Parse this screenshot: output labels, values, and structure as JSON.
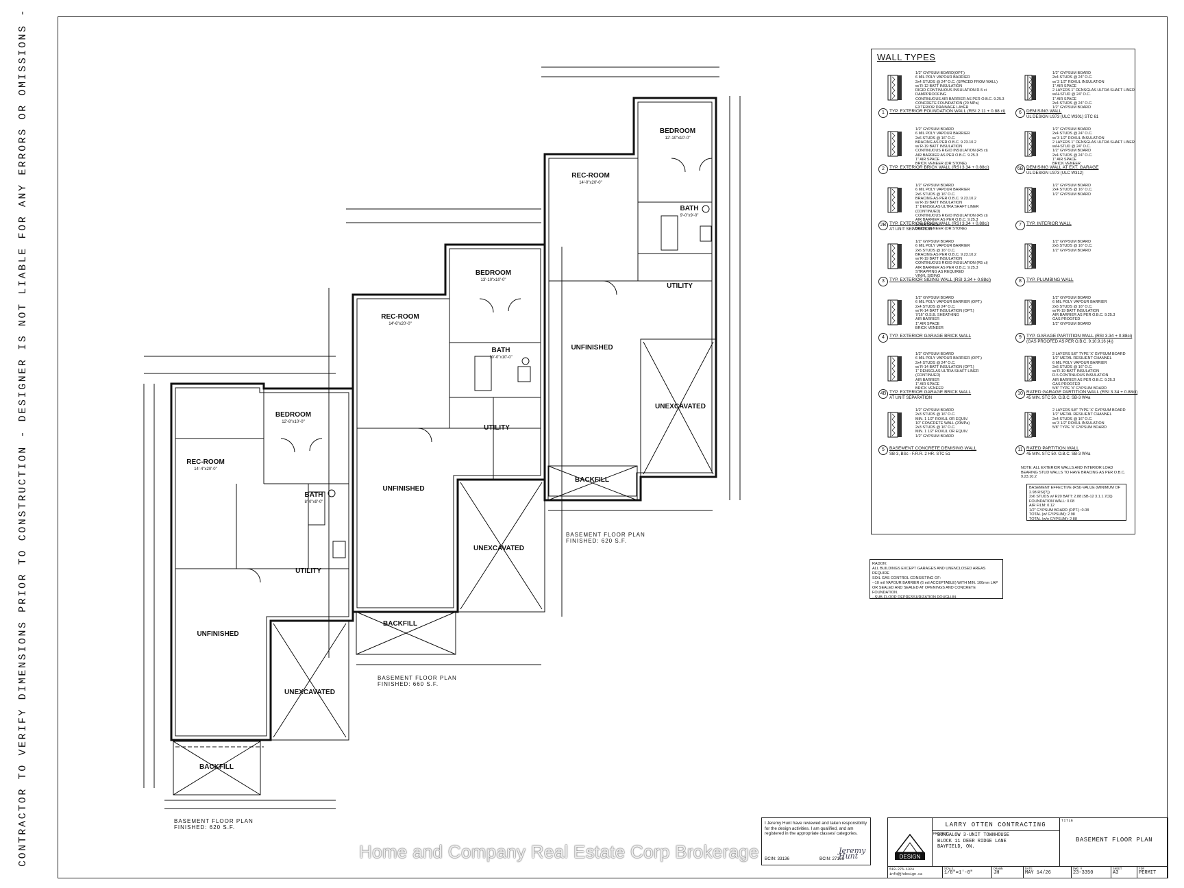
{
  "disclaimer": "CONTRACTOR TO VERIFY DIMENSIONS PRIOR TO CONSTRUCTION  -  DESIGNER IS NOT LIABLE FOR ANY ERRORS OR OMISSIONS  -  DRAWINGS NOT TO BE SCALED",
  "rooms": {
    "unit1": {
      "bedroom": "BEDROOM",
      "bedroom_dim": "12'-8\"x10'-0\"",
      "rec": "REC-ROOM",
      "rec_dim": "14'-4\"x20'-0\"",
      "bath": "BATH",
      "bath_dim": "8'-0\"x9'-0\"",
      "utility": "UTILITY",
      "unfinished": "UNFINISHED",
      "unexcavated": "UNEXCAVATED",
      "backfill": "BACKFILL",
      "plan_title": "BASEMENT FLOOR PLAN",
      "finished": "FINISHED: 620 S.F."
    },
    "unit2": {
      "bedroom": "BEDROOM",
      "bedroom_dim": "13'-10\"x10'-0\"",
      "rec": "REC-ROOM",
      "rec_dim": "14'-6\"x20'-0\"",
      "bath": "BATH",
      "bath_dim": "10'-0\"x10'-0\"",
      "utility": "UTILITY",
      "unfinished": "UNFINISHED",
      "unexcavated": "UNEXCAVATED",
      "backfill": "BACKFILL",
      "plan_title": "BASEMENT FLOOR PLAN",
      "finished": "FINISHED: 660 S.F."
    },
    "unit3": {
      "bedroom": "BEDROOM",
      "bedroom_dim": "12'-10\"x10'-0\"",
      "rec": "REC-ROOM",
      "rec_dim": "14'-0\"x20'-0\"",
      "bath": "BATH",
      "bath_dim": "9'-0\"x9'-0\"",
      "utility": "UTILITY",
      "unfinished": "UNFINISHED",
      "unexcavated": "UNEXCAVATED",
      "backfill": "BACKFILL",
      "plan_title": "BASEMENT FLOOR PLAN",
      "finished": "FINISHED: 620 S.F."
    }
  },
  "legend": {
    "heading": "WALL TYPES",
    "types": [
      {
        "num": "1",
        "caption": "TYP. EXTERIOR FOUNDATION WALL (RSI 2.11 + 0.88 ci)",
        "note": "",
        "desc": "1/2\" GYPSUM BOARD(OPT.)\n6 MIL POLY VAPOUR BARRIER\n2x4 STUDS @ 24\" O.C. (SPACED FROM WALL)\nw/ R-12 BATT INSULATION\nRIGID CONTINUOUS INSULATION R-5 ci\nDAMPPROOFING\nCONTINUOUS AIR BARRIER AS PER O.B.C. 9.25.3\nCONCRETE FOUNDATION (20 MPa)\nEXTERIOR DRAINAGE LAYER"
      },
      {
        "num": "6",
        "caption": "DEMISING WALL",
        "note": "UL DESIGN U373 (ULC W301) STC 61",
        "desc": "1/2\" GYPSUM BOARD\n2x4 STUDS @ 24\" O.C.\nw/ 3 1/2\" ROXUL INSULATION\n1\" AIR SPACE\n2 LAYERS 1\" DENSGLAS ULTRA SHAFT LINER\nw/H-STUD @ 24\" O.C.\n1\" AIR SPACE\n2x4 STUDS @ 24\" O.C.\n1/2\" GYPSUM BOARD"
      },
      {
        "num": "2",
        "caption": "TYP. EXTERIOR BRICK WALL (RSI 3.34 + 0.88ci)",
        "note": "",
        "desc": "1/2\" GYPSUM BOARD\n6 MIL POLY VAPOUR BARRIER\n2x6 STUDS @ 16\" O.C.\nBRACING AS PER O.B.C. 9.23.10.2\nw/ R-19 BATT INSULATION\nCONTINUOUS RIGID INSULATION (R5 ci)\nAIR BARRIER AS PER O.B.C. 9.25.3\n1\" AIR SPACE\nBRICK VENEER (OR STONE)"
      },
      {
        "num": "6B",
        "caption": "DEMISING WALL AT EXT. GARAGE",
        "note": "UL DESIGN U373 (ULC W312)",
        "desc": "1/2\" GYPSUM BOARD\n2x4 STUDS @ 24\" O.C.\nw/ 3 1/2\" ROXUL INSULATION\n2 LAYERS 1\" DENSGLAS ULTRA SHAFT LINER\nw/H-STUD @ 24\" O.C.\n1/2\" GYPSUM BOARD\n2x4 STUDS @ 24\" O.C.\n1\" AIR SPACE\nBRICK VENEER"
      },
      {
        "num": "2B",
        "caption": "TYP. EXTERIOR BRICK WALL (RSI 3.34 + 0.88ci)",
        "note": "AT UNIT SEPARATION",
        "desc": "1/2\" GYPSUM BOARD\n6 MIL POLY VAPOUR BARRIER\n2x6 STUDS @ 16\" O.C.\nBRACING AS PER O.B.C. 9.23.10.2\nw/ R-19 BATT INSULATION\n1\" DENSGLAS ULTRA SHAFT LINER (CONTINUED)\nCONTINUOUS RIGID INSULATION (R5 ci)\nAIR BARRIER AS PER O.B.C. 9.25.3\n1\" AIR SPACE\nBRICK VENEER (OR STONE)"
      },
      {
        "num": "7",
        "caption": "TYP. INTERIOR WALL",
        "note": "",
        "desc": "1/2\" GYPSUM BOARD\n2x4 STUDS @ 16\" O.C.\n1/2\" GYPSUM BOARD"
      },
      {
        "num": "3",
        "caption": "TYP. EXTERIOR SIDING WALL (RSI 3.34 + 0.88ci)",
        "note": "",
        "desc": "1/2\" GYPSUM BOARD\n6 MIL POLY VAPOUR BARRIER\n2x6 STUDS @ 16\" O.C.\nBRACING AS PER O.B.C. 9.23.10.2\nw/ R-19 BATT INSULATION\nCONTINUOUS RIGID INSULATION (R5 ci)\nAIR BARRIER AS PER O.B.C. 9.25.3\nSTRAPPING AS REQUIRED\nVINYL SIDING"
      },
      {
        "num": "8",
        "caption": "TYP. PLUMBING WALL",
        "note": "",
        "desc": "1/2\" GYPSUM BOARD\n2x6 STUDS @ 16\" O.C.\n1/2\" GYPSUM BOARD"
      },
      {
        "num": "4",
        "caption": "TYP. EXTERIOR GARAGE BRICK WALL",
        "note": "",
        "desc": "1/2\" GYPSUM BOARD\n6 MIL POLY VAPOUR BARRIER (OPT.)\n2x4 STUDS @ 24\" O.C.\nw/ R-14 BATT INSULATION (OPT.)\n7/16\" O.S.B. SHEATHING\nAIR BARRIER\n1\" AIR SPACE\nBRICK VENEER"
      },
      {
        "num": "9",
        "caption": "TYP. GARAGE PARTITION WALL (RSI 3.34 + 0.88ci)",
        "note": "(GAS PROOFED AS PER O.B.C. 9.10.9.16 (4))",
        "desc": "1/2\" GYPSUM BOARD\n6 MIL POLY VAPOUR BARRIER\n2x6 STUDS @ 16\" O.C.\nw/ R-19 BATT INSULATION\nAIR BARRIER AS PER O.B.C. 9.25.3\nGAS PROOFED\n1/2\" GYPSUM BOARD"
      },
      {
        "num": "4B",
        "caption": "TYP. EXTERIOR GARAGE BRICK WALL",
        "note": "AT UNIT SEPARATION",
        "desc": "1/2\" GYPSUM BOARD\n6 MIL POLY VAPOUR BARRIER (OPT.)\n2x4 STUDS @ 24\" O.C.\nw/ R-14 BATT INSULATION (OPT.)\n1\" DENSGLAS ULTRA SHAFT LINER (CONTINUED)\nAIR BARRIER\n1\" AIR SPACE\nBRICK VENEER"
      },
      {
        "num": "10",
        "caption": "RATED GARAGE PARTITION WALL (RSI 3.34 + 0.88ci)",
        "note": "45 MIN. STC 50. O.B.C. SB-3 W4a",
        "desc": "2 LAYERS 5/8\" TYPE 'X' GYPSUM BOARD\n1/2\" METAL RESILIENT CHANNEL\n6 MIL POLY VAPOUR BARRIER\n2x6 STUDS @ 16\" O.C.\nw/ R-19 BATT INSULATION\nR-5 CONTINUOUS INSULATION\nAIR BARRIER AS PER O.B.C. 9.25.3\nGAS PROOFED\n5/8\" TYPE 'X' GYPSUM BOARD"
      },
      {
        "num": "5",
        "caption": "BASEMENT CONCRETE DEMISING WALL",
        "note": "SB-3, BSc - F.R.R. 2 HR. STC 51",
        "desc": "1/2\" GYPSUM BOARD\n2x3 STUDS @ 16\" O.C.\nMIN. 1 1/2\" ROXUL OR EQUIV.\n10\" CONCRETE WALL (20MPa)\n2x3 STUDS @ 16\" O.C.\nMIN. 1 1/2\" ROXUL OR EQUIV.\n1/2\" GYPSUM BOARD"
      },
      {
        "num": "11",
        "caption": "RATED PARTITION WALL",
        "note": "45 MIN. STC 50. O.B.C. SB-3 W4a",
        "desc": "2 LAYERS 5/8\" TYPE 'X' GYPSUM BOARD\n1/2\" METAL RESILIENT CHANNEL\n2x4 STUDS @ 16\" O.C.\nw/ 3 1/2\" ROXUL INSULATION\n5/8\" TYPE 'X' GYPSUM BOARD"
      }
    ],
    "note": "NOTE:  ALL EXTERIOR WALLS AND INTERIOR LOAD BEARING STUD WALLS TO HAVE BRACING AS PER O.B.C. 9.23.10.2",
    "rsi_table": "BASEMENT EFFECTIVE (RSI)-VALUE  (MINIMUM OF 2.98 RSI(?))\n2x6 STUDS w/ R20 BATT:   2.88  (SB-12 3.1.1.7(3))\nFOUNDATION WALL:   0.08\nAIR FILM:   0.12\n1/2\" GYPSUM BOARD (OPT.):   0.08\nTOTAL (w/ GYPSUM):   2.98\nTOTAL (w/o GYPSUM):   2.88"
  },
  "radon": "RADON:\nALL BUILDINGS EXCEPT GARAGES AND UNENCLOSED AREAS REQUIRE\nSOIL GAS CONTROL CONSISTING OF:\n--10 mil VAPOUR BARRIER (6 mil ACCEPTABLE) WITH MIN. 100mm LAP\nOR SEALED AND SEALED AT OPENINGS AND CONCRETE FOUNDATION.\n--SUB-FLOOR DEPRESSURIZATION ROUGH-IN.",
  "certification": {
    "text": "I Jeremy Hunt have reviewed and taken responsibility for the design activities. I am qualified, and am registered in the appropriate classes/ categories.",
    "bcin_firm": "BCIN: 33136",
    "bcin_person": "BCIN: 27166",
    "signature": "Jeremy Hunt"
  },
  "titleblock": {
    "logo_text": "DESIGN",
    "company": "LARRY OTTEN CONTRACTING",
    "project_key": "PROJECT:",
    "project_lines": [
      "BUNGALOW 3-UNIT TOWNHOUSE",
      "BLOCK 11 DEER RIDGE LANE",
      "BAYFIELD, ON."
    ],
    "title_key": "TITLE",
    "title": "BASEMENT FLOOR PLAN",
    "cells": [
      {
        "key": "",
        "value": "519-276-1324 info@jhdesign.ca"
      },
      {
        "key": "SCALE",
        "value": "1/8\"=1'-0\""
      },
      {
        "key": "DRAWN",
        "value": "JH"
      },
      {
        "key": "DATE",
        "value": "MAY 14/26"
      },
      {
        "key": "DWG #",
        "value": "23-3350"
      },
      {
        "key": "SHEET",
        "value": "A3"
      },
      {
        "key": "FOR",
        "value": "PERMIT"
      }
    ]
  },
  "watermark": "Home and Company Real Estate Corp Brokerage"
}
